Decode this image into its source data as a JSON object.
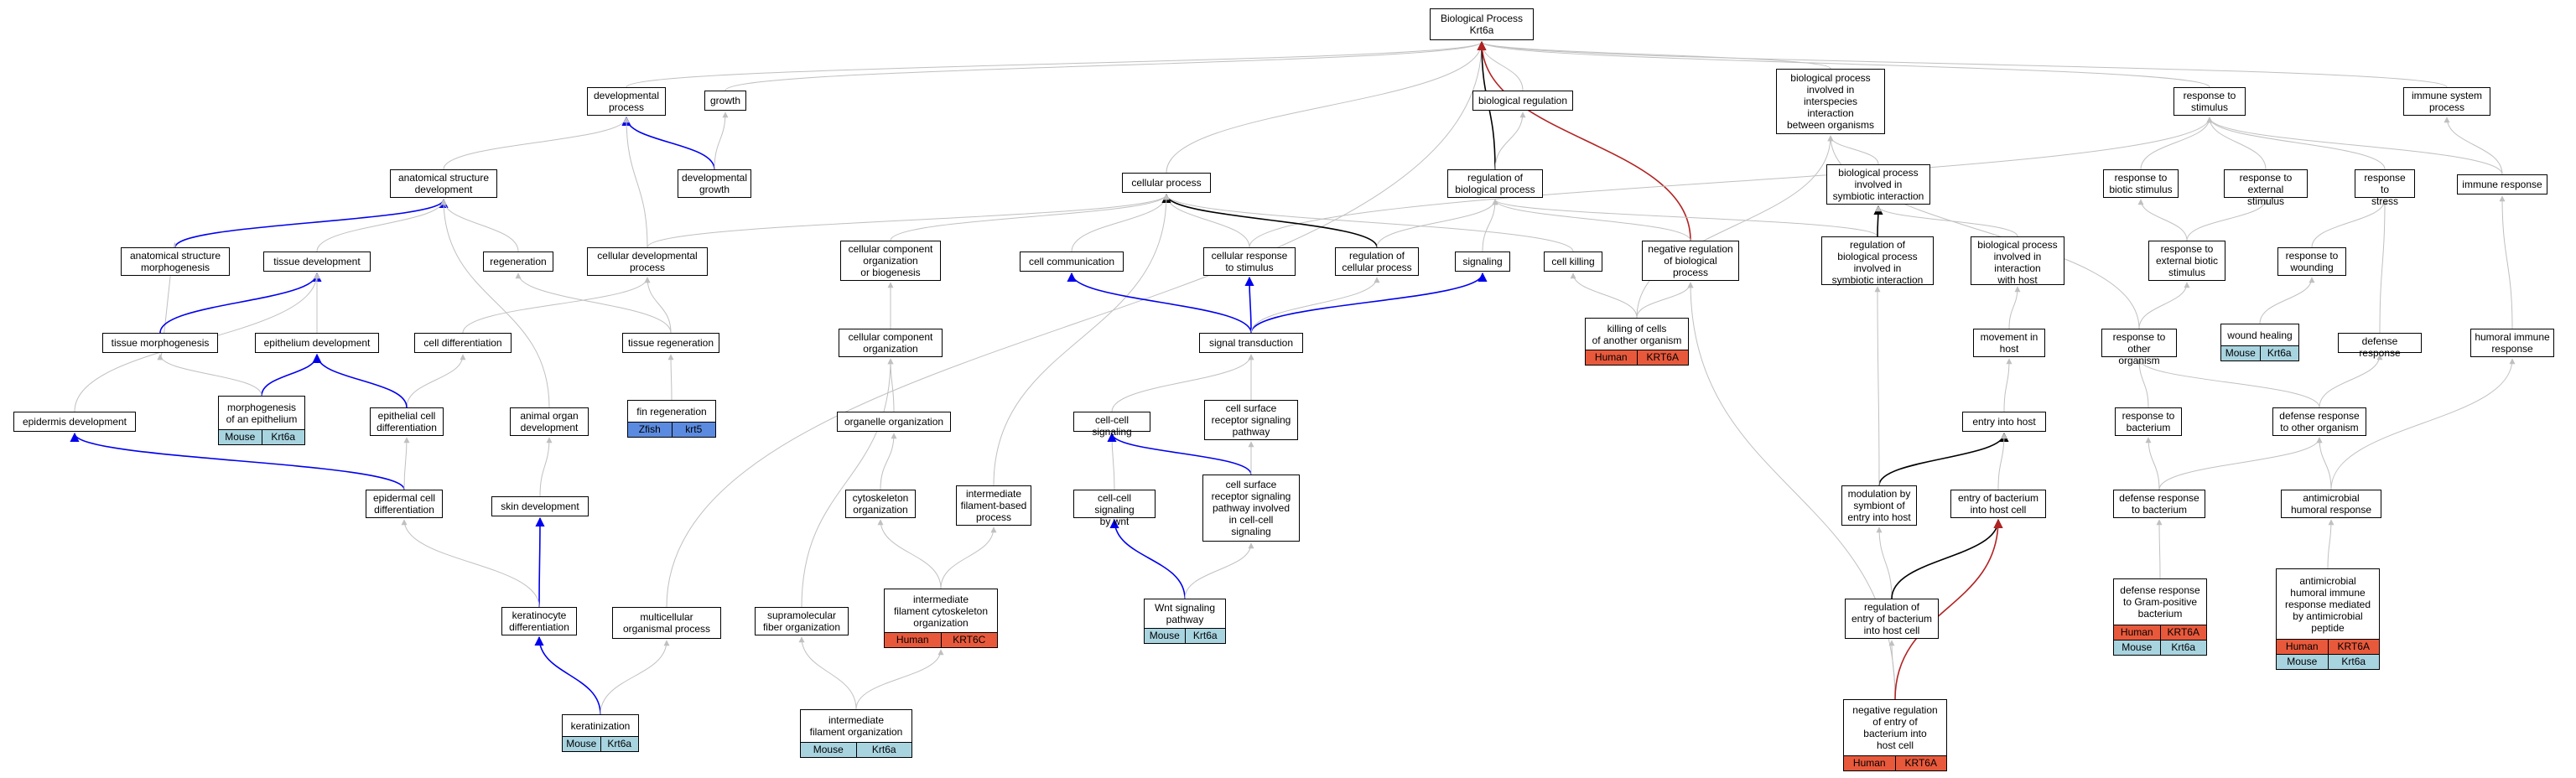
{
  "colors": {
    "human": "#e8593c",
    "mouse": "#a8d4e0",
    "zfish": "#5b8be0",
    "edge_gray": "#c0c0c0",
    "edge_blue": "#0000ee",
    "edge_black": "#000000",
    "edge_red": "#b22222"
  },
  "nodes": [
    {
      "id": "root",
      "label": "Biological Process\nKrt6a"
    },
    {
      "id": "devproc",
      "label": "developmental\nprocess"
    },
    {
      "id": "growth",
      "label": "growth"
    },
    {
      "id": "multi",
      "label": "multicellular\norganismal process"
    },
    {
      "id": "cellproc",
      "label": "cellular process"
    },
    {
      "id": "bioreg",
      "label": "biological regulation"
    },
    {
      "id": "interspecies",
      "label": "biological process\ninvolved in\ninterspecies\ninteraction\nbetween organisms"
    },
    {
      "id": "respstim",
      "label": "response to\nstimulus"
    },
    {
      "id": "immsys",
      "label": "immune system\nprocess"
    },
    {
      "id": "asd",
      "label": "anatomical structure\ndevelopment"
    },
    {
      "id": "devgrowth",
      "label": "developmental\ngrowth"
    },
    {
      "id": "regbio",
      "label": "regulation of\nbiological process"
    },
    {
      "id": "symbiotic",
      "label": "biological process\ninvolved in\nsymbiotic interaction"
    },
    {
      "id": "respbiotic",
      "label": "response to\nbiotic stimulus"
    },
    {
      "id": "respext",
      "label": "response to\nexternal stimulus"
    },
    {
      "id": "respstress",
      "label": "response to\nstress"
    },
    {
      "id": "immresp",
      "label": "immune response"
    },
    {
      "id": "asm",
      "label": "anatomical structure\nmorphogenesis"
    },
    {
      "id": "tissdev",
      "label": "tissue development"
    },
    {
      "id": "regen",
      "label": "regeneration"
    },
    {
      "id": "celldevproc",
      "label": "cellular developmental\nprocess"
    },
    {
      "id": "ccob",
      "label": "cellular component\norganization\nor biogenesis"
    },
    {
      "id": "cellcomm",
      "label": "cell communication"
    },
    {
      "id": "cellresp",
      "label": "cellular response\nto stimulus"
    },
    {
      "id": "regcell",
      "label": "regulation of\ncellular process"
    },
    {
      "id": "signaling",
      "label": "signaling"
    },
    {
      "id": "cellkilling",
      "label": "cell killing"
    },
    {
      "id": "negreg",
      "label": "negative regulation\nof biological\nprocess"
    },
    {
      "id": "regsym",
      "label": "regulation of\nbiological process\ninvolved in\nsymbiotic interaction"
    },
    {
      "id": "bpihost",
      "label": "biological process\ninvolved in\ninteraction\nwith host"
    },
    {
      "id": "respextbio",
      "label": "response to\nexternal biotic\nstimulus"
    },
    {
      "id": "respwound",
      "label": "response to\nwounding"
    },
    {
      "id": "tissmorph",
      "label": "tissue morphogenesis"
    },
    {
      "id": "epidev",
      "label": "epithelium development"
    },
    {
      "id": "celldiff",
      "label": "cell differentiation"
    },
    {
      "id": "tissregen",
      "label": "tissue regeneration"
    },
    {
      "id": "ccorg",
      "label": "cellular component\norganization"
    },
    {
      "id": "sigtrans",
      "label": "signal transduction"
    },
    {
      "id": "killing",
      "label": "killing of cells\nof another organism",
      "tags": [
        {
          "text": "Human",
          "sp": "human"
        },
        {
          "text": "KRT6A",
          "sp": "human"
        }
      ]
    },
    {
      "id": "movhost",
      "label": "movement in\nhost"
    },
    {
      "id": "resporg",
      "label": "response to\nother organism"
    },
    {
      "id": "woundheal",
      "label": "wound healing",
      "tags": [
        {
          "text": "Mouse",
          "sp": "mouse"
        },
        {
          "text": "Krt6a",
          "sp": "mouse"
        }
      ]
    },
    {
      "id": "defresp",
      "label": "defense response"
    },
    {
      "id": "humimm",
      "label": "humoral immune\nresponse"
    },
    {
      "id": "epidermisdev",
      "label": "epidermis development"
    },
    {
      "id": "morphepi",
      "label": "morphogenesis\nof an epithelium",
      "tags": [
        {
          "text": "Mouse",
          "sp": "mouse"
        },
        {
          "text": "Krt6a",
          "sp": "mouse"
        }
      ]
    },
    {
      "id": "epicelldiff",
      "label": "epithelial cell\ndifferentiation"
    },
    {
      "id": "animalorgan",
      "label": "animal organ\ndevelopment"
    },
    {
      "id": "finregen",
      "label": "fin regeneration",
      "tags": [
        {
          "text": "Zfish",
          "sp": "zfish"
        },
        {
          "text": "krt5",
          "sp": "zfish"
        }
      ]
    },
    {
      "id": "orgorg",
      "label": "organelle organization"
    },
    {
      "id": "cellcellsig",
      "label": "cell-cell signaling"
    },
    {
      "id": "csrsp",
      "label": "cell surface\nreceptor signaling\npathway"
    },
    {
      "id": "entryhost",
      "label": "entry into host"
    },
    {
      "id": "respbact",
      "label": "response to\nbacterium"
    },
    {
      "id": "defother",
      "label": "defense response\nto other organism"
    },
    {
      "id": "epidcelldiff",
      "label": "epidermal cell\ndifferentiation"
    },
    {
      "id": "skindev",
      "label": "skin development"
    },
    {
      "id": "cytoorg",
      "label": "cytoskeleton\norganization"
    },
    {
      "id": "ifbp",
      "label": "intermediate\nfilament-based\nprocess"
    },
    {
      "id": "ccswnt",
      "label": "cell-cell signaling\nby wnt"
    },
    {
      "id": "csrspcc",
      "label": "cell surface\nreceptor signaling\npathway involved\nin cell-cell\nsignaling"
    },
    {
      "id": "modentry",
      "label": "modulation by\nsymbiont of\nentry into host"
    },
    {
      "id": "entrybact",
      "label": "entry of bacterium\ninto host cell"
    },
    {
      "id": "defbact",
      "label": "defense response\nto bacterium"
    },
    {
      "id": "antimicro",
      "label": "antimicrobial\nhumoral response"
    },
    {
      "id": "kerdiff",
      "label": "keratinocyte\ndifferentiation"
    },
    {
      "id": "supramol",
      "label": "supramolecular\nfiber organization"
    },
    {
      "id": "ifcyto",
      "label": "intermediate\nfilament cytoskeleton\norganization",
      "tags": [
        {
          "text": "Human",
          "sp": "human"
        },
        {
          "text": "KRT6C",
          "sp": "human"
        }
      ]
    },
    {
      "id": "wnt",
      "label": "Wnt signaling\npathway",
      "tags": [
        {
          "text": "Mouse",
          "sp": "mouse"
        },
        {
          "text": "Krt6a",
          "sp": "mouse"
        }
      ]
    },
    {
      "id": "regentry",
      "label": "regulation of\nentry of bacterium\ninto host cell"
    },
    {
      "id": "defgram",
      "label": "defense response\nto Gram-positive\nbacterium",
      "tags": [
        {
          "text": "Human",
          "sp": "human"
        },
        {
          "text": "KRT6A",
          "sp": "human"
        },
        {
          "text": "Mouse",
          "sp": "mouse",
          "row": 2
        },
        {
          "text": "Krt6a",
          "sp": "mouse",
          "row": 2
        }
      ]
    },
    {
      "id": "amhumoral",
      "label": "antimicrobial\nhumoral immune\nresponse mediated\nby antimicrobial\npeptide",
      "tags": [
        {
          "text": "Human",
          "sp": "human"
        },
        {
          "text": "KRT6A",
          "sp": "human"
        },
        {
          "text": "Mouse",
          "sp": "mouse",
          "row": 2
        },
        {
          "text": "Krt6a",
          "sp": "mouse",
          "row": 2
        }
      ]
    },
    {
      "id": "keratinization",
      "label": "keratinization",
      "tags": [
        {
          "text": "Mouse",
          "sp": "mouse"
        },
        {
          "text": "Krt6a",
          "sp": "mouse"
        }
      ]
    },
    {
      "id": "iforg",
      "label": "intermediate\nfilament organization",
      "tags": [
        {
          "text": "Mouse",
          "sp": "mouse"
        },
        {
          "text": "Krt6a",
          "sp": "mouse"
        }
      ]
    },
    {
      "id": "negregentry",
      "label": "negative regulation\nof entry of\nbacterium into\nhost cell",
      "tags": [
        {
          "text": "Human",
          "sp": "human"
        },
        {
          "text": "KRT6A",
          "sp": "human"
        }
      ]
    }
  ],
  "edges": [
    [
      "devproc",
      "root",
      "gray"
    ],
    [
      "growth",
      "root",
      "gray"
    ],
    [
      "multi",
      "root",
      "gray"
    ],
    [
      "cellproc",
      "root",
      "gray"
    ],
    [
      "bioreg",
      "root",
      "gray"
    ],
    [
      "interspecies",
      "root",
      "gray"
    ],
    [
      "respstim",
      "root",
      "gray"
    ],
    [
      "immsys",
      "root",
      "gray"
    ],
    [
      "regbio",
      "root",
      "black"
    ],
    [
      "negreg",
      "root",
      "red"
    ],
    [
      "asd",
      "devproc",
      "gray"
    ],
    [
      "devgrowth",
      "devproc",
      "blue"
    ],
    [
      "devgrowth",
      "growth",
      "gray"
    ],
    [
      "celldevproc",
      "devproc",
      "gray"
    ],
    [
      "regbio",
      "bioreg",
      "gray"
    ],
    [
      "respbiotic",
      "respstim",
      "gray"
    ],
    [
      "respext",
      "respstim",
      "gray"
    ],
    [
      "respstress",
      "respstim",
      "gray"
    ],
    [
      "immresp",
      "respstim",
      "gray"
    ],
    [
      "immresp",
      "immsys",
      "gray"
    ],
    [
      "cellresp",
      "respstim",
      "gray"
    ],
    [
      "asm",
      "asd",
      "blue"
    ],
    [
      "tissdev",
      "asd",
      "gray"
    ],
    [
      "regen",
      "asd",
      "gray"
    ],
    [
      "animalorgan",
      "asd",
      "gray"
    ],
    [
      "ccob",
      "cellproc",
      "gray"
    ],
    [
      "cellcomm",
      "cellproc",
      "gray"
    ],
    [
      "cellresp",
      "cellproc",
      "gray"
    ],
    [
      "regcell",
      "cellproc",
      "black"
    ],
    [
      "celldevproc",
      "cellproc",
      "gray"
    ],
    [
      "ifbp",
      "cellproc",
      "gray"
    ],
    [
      "regcell",
      "regbio",
      "gray"
    ],
    [
      "signaling",
      "regbio",
      "gray"
    ],
    [
      "negreg",
      "regbio",
      "gray"
    ],
    [
      "regsym",
      "regbio",
      "gray"
    ],
    [
      "cellkilling",
      "cellproc",
      "gray"
    ],
    [
      "regsym",
      "symbiotic",
      "black"
    ],
    [
      "bpihost",
      "symbiotic",
      "gray"
    ],
    [
      "symbiotic",
      "interspecies",
      "gray"
    ],
    [
      "killing",
      "interspecies",
      "gray"
    ],
    [
      "resporg",
      "interspecies",
      "gray"
    ],
    [
      "respextbio",
      "respbiotic",
      "gray"
    ],
    [
      "respextbio",
      "respext",
      "gray"
    ],
    [
      "respwound",
      "respstress",
      "gray"
    ],
    [
      "defresp",
      "respstress",
      "gray"
    ],
    [
      "humimm",
      "immresp",
      "gray"
    ],
    [
      "asm",
      "tissmorph",
      "gray"
    ],
    [
      "tissmorph",
      "tissdev",
      "blue"
    ],
    [
      "epidev",
      "tissdev",
      "gray"
    ],
    [
      "tissregen",
      "regen",
      "gray"
    ],
    [
      "tissregen",
      "celldevproc",
      "gray"
    ],
    [
      "finregen",
      "tissregen",
      "gray"
    ],
    [
      "ccorg",
      "ccob",
      "gray"
    ],
    [
      "sigtrans",
      "cellcomm",
      "blue"
    ],
    [
      "sigtrans",
      "cellresp",
      "blue"
    ],
    [
      "sigtrans",
      "signaling",
      "blue"
    ],
    [
      "sigtrans",
      "regcell",
      "gray"
    ],
    [
      "killing",
      "cellkilling",
      "gray"
    ],
    [
      "negregentry",
      "negreg",
      "gray"
    ],
    [
      "movhost",
      "bpihost",
      "gray"
    ],
    [
      "resporg",
      "respextbio",
      "gray"
    ],
    [
      "woundheal",
      "respwound",
      "gray"
    ],
    [
      "defother",
      "resporg",
      "gray"
    ],
    [
      "defother",
      "defresp",
      "gray"
    ],
    [
      "antimicro",
      "humimm",
      "gray"
    ],
    [
      "celldiff",
      "celldevproc",
      "gray"
    ],
    [
      "epicelldiff",
      "celldiff",
      "gray"
    ],
    [
      "epicelldiff",
      "epidev",
      "blue"
    ],
    [
      "morphepi",
      "epidev",
      "blue"
    ],
    [
      "morphepi",
      "tissmorph",
      "gray"
    ],
    [
      "epidermisdev",
      "tissdev",
      "gray"
    ],
    [
      "epidcelldiff",
      "epidermisdev",
      "blue"
    ],
    [
      "epidcelldiff",
      "epicelldiff",
      "gray"
    ],
    [
      "skindev",
      "animalorgan",
      "gray"
    ],
    [
      "kerdiff",
      "skindev",
      "blue"
    ],
    [
      "kerdiff",
      "epidcelldiff",
      "gray"
    ],
    [
      "keratinization",
      "kerdiff",
      "blue"
    ],
    [
      "keratinization",
      "multi",
      "gray"
    ],
    [
      "orgorg",
      "ccorg",
      "gray"
    ],
    [
      "cytoorg",
      "orgorg",
      "gray"
    ],
    [
      "supramol",
      "ccorg",
      "gray"
    ],
    [
      "ifcyto",
      "cytoorg",
      "gray"
    ],
    [
      "ifcyto",
      "ifbp",
      "gray"
    ],
    [
      "iforg",
      "ifcyto",
      "gray"
    ],
    [
      "iforg",
      "supramol",
      "gray"
    ],
    [
      "cellcellsig",
      "sigtrans",
      "gray"
    ],
    [
      "csrsp",
      "sigtrans",
      "gray"
    ],
    [
      "ccswnt",
      "cellcellsig",
      "gray"
    ],
    [
      "csrspcc",
      "cellcellsig",
      "blue"
    ],
    [
      "csrspcc",
      "csrsp",
      "gray"
    ],
    [
      "wnt",
      "ccswnt",
      "blue"
    ],
    [
      "wnt",
      "csrspcc",
      "gray"
    ],
    [
      "entryhost",
      "movhost",
      "gray"
    ],
    [
      "modentry",
      "entryhost",
      "black"
    ],
    [
      "entrybact",
      "entryhost",
      "gray"
    ],
    [
      "modentry",
      "regsym",
      "gray"
    ],
    [
      "regentry",
      "modentry",
      "gray"
    ],
    [
      "regentry",
      "entrybact",
      "black"
    ],
    [
      "negregentry",
      "regentry",
      "gray"
    ],
    [
      "negregentry",
      "entrybact",
      "red"
    ],
    [
      "respbact",
      "resporg",
      "gray"
    ],
    [
      "defbact",
      "respbact",
      "gray"
    ],
    [
      "defbact",
      "defother",
      "gray"
    ],
    [
      "defgram",
      "defbact",
      "gray"
    ],
    [
      "amhumoral",
      "antimicro",
      "gray"
    ],
    [
      "antimicro",
      "defother",
      "gray"
    ],
    [
      "killing",
      "negreg",
      "gray"
    ]
  ]
}
